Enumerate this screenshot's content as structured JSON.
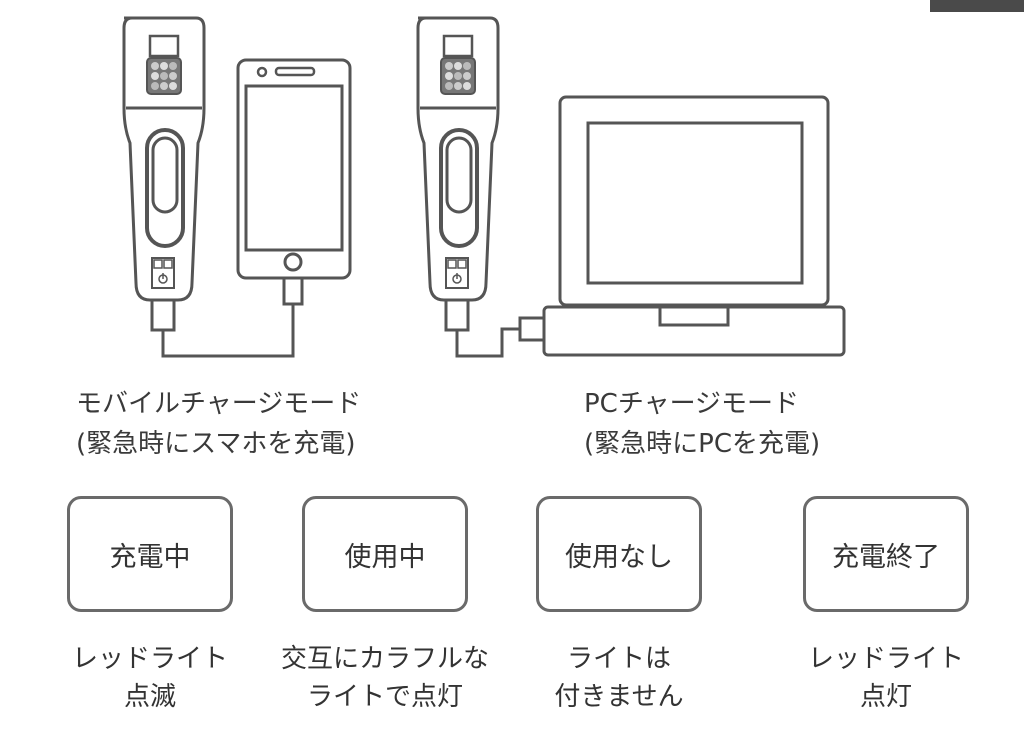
{
  "colors": {
    "line": "#555555",
    "box_border": "#6a6a6a",
    "text": "#333333",
    "corner": "#4a4a4a"
  },
  "illustrations": {
    "left": [
      "device-icon",
      "smartphone-icon"
    ],
    "right": [
      "device-icon",
      "laptop-icon"
    ]
  },
  "captions": {
    "mobile": {
      "line1": "モバイルチャージモード",
      "line2": "(緊急時にスマホを充電)"
    },
    "pc": {
      "line1": "PCチャージモード",
      "line2": "(緊急時にPCを充電)"
    }
  },
  "status_boxes": [
    {
      "label": "充電中",
      "desc1": "レッドライト",
      "desc2": "点滅"
    },
    {
      "label": "使用中",
      "desc1": "交互にカラフルな",
      "desc2": "ライトで点灯"
    },
    {
      "label": "使用なし",
      "desc1": "ライトは",
      "desc2": "付きません"
    },
    {
      "label": "充電終了",
      "desc1": "レッドライト",
      "desc2": "点灯"
    }
  ]
}
